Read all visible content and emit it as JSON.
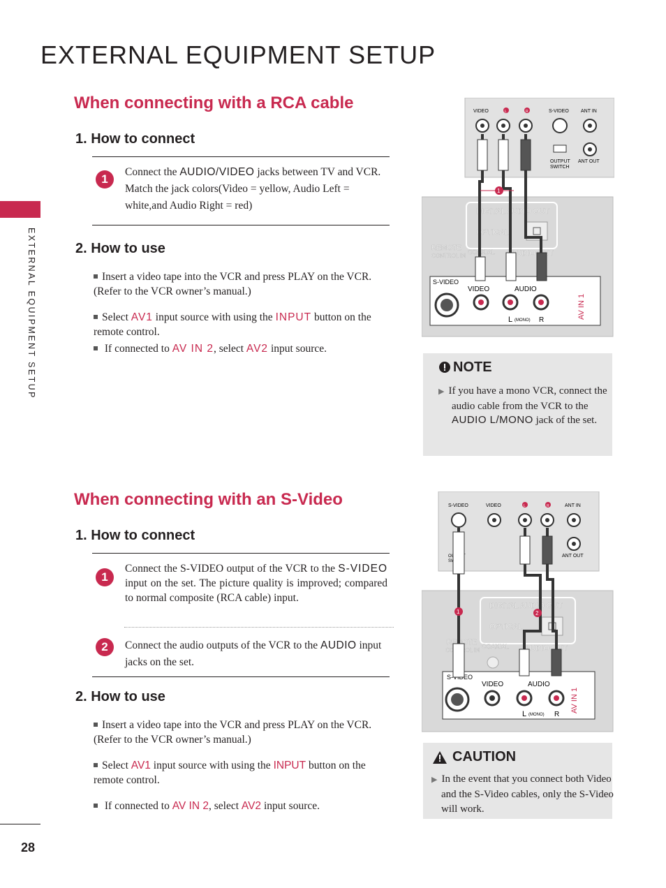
{
  "page_title": "EXTERNAL EQUIPMENT SETUP",
  "side_label": "EXTERNAL EQUIPMENT SETUP",
  "page_number": "28",
  "rca": {
    "heading": "When connecting with a RCA cable",
    "connect_title": "1. How to connect",
    "step1_num": "1",
    "step1_a": "Connect the ",
    "step1_kw": "AUDIO/VIDEO",
    "step1_b": " jacks between TV and VCR. Match the jack colors(Video = yellow, Audio Left = white,and Audio Right = red)",
    "use_title": "2. How to use",
    "use1": "Insert a video tape into the VCR and press PLAY on the VCR. (Refer to the VCR owner’s manual.)",
    "use2_a": "Select ",
    "use2_kw1": "AV1",
    "use2_b": " input source with using the ",
    "use2_kw2": "INPUT",
    "use2_c": " button on the remote control.",
    "use3_a": "If connected to ",
    "use3_kw1": "AV IN 2",
    "use3_b": ", select ",
    "use3_kw2": "AV2",
    "use3_c": " input source."
  },
  "note": {
    "title": "NOTE",
    "icon": "exclamation-icon",
    "text_a": "If you have a mono VCR, connect the audio cable from the VCR to the ",
    "text_kw": "AUDIO L/MONO",
    "text_b": " jack of the set."
  },
  "svideo": {
    "heading": "When connecting with an S-Video",
    "connect_title": "1. How to connect",
    "step1_num": "1",
    "step1_a": "Connect the S-VIDEO output of the VCR to the ",
    "step1_kw": "S-VIDEO",
    "step1_b": " input on the set. The picture quality is improved; compared to normal composite (RCA cable) input.",
    "step2_num": "2",
    "step2_a": "Connect the audio outputs of the VCR to the ",
    "step2_kw": "AUDIO",
    "step2_b": " input jacks on the set.",
    "use_title": "2. How to use",
    "use1": "Insert a video tape into the VCR and press PLAY on the VCR. (Refer to the VCR owner’s manual.)",
    "use2_a": "Select ",
    "use2_kw1": "AV1",
    "use2_b": " input source with using the ",
    "use2_kw2": "INPUT",
    "use2_c": " button on the remote control.",
    "use3_a": "If connected to ",
    "use3_kw1": "AV IN 2",
    "use3_b": ", select ",
    "use3_kw2": "AV2",
    "use3_c": " input source."
  },
  "caution": {
    "title": "CAUTION",
    "icon": "warning-triangle-icon",
    "text": "In the event that you connect both Video and the S-Video cables, only the S-Video will work."
  },
  "diagram1": {
    "vcr_labels": {
      "video": "VIDEO",
      "l": "L",
      "r": "R",
      "svideo": "S-VIDEO",
      "ant_in": "ANT IN",
      "output_switch_1": "OUTPUT",
      "output_switch_2": "SWITCH",
      "ant_out": "ANT OUT"
    },
    "tv_labels": {
      "digital_audio_out": "DIGITAL AUDIO OUT",
      "optical": "OPTICAL",
      "coaxial": "COAXIAL",
      "remote_1": "REMOTE",
      "remote_2": "CONTROL IN",
      "audio_out": "AUDIO OUT",
      "svideo": "S-VIDEO",
      "video": "VIDEO",
      "audio": "AUDIO",
      "l": "L",
      "mono": "(MONO)",
      "r": "R",
      "av_in": "AV IN 1"
    },
    "marker": "1"
  },
  "diagram2": {
    "vcr_labels": {
      "svideo": "S-VIDEO",
      "video": "VIDEO",
      "l": "L",
      "r": "R",
      "ant_in": "ANT IN",
      "output_switch_1": "OUTPUT",
      "output_switch_2": "SWITCH",
      "ant_out": "ANT OUT"
    },
    "tv_labels": {
      "digital_audio_out": "DIGITAL AUDIO OUT",
      "optical": "OPTICAL",
      "coaxial": "COAXIAL",
      "remote_1": "REMOTE",
      "remote_2": "CONTROL IN",
      "audio_out": "AUDIO OUT",
      "svideo": "S-VIDEO",
      "video": "VIDEO",
      "audio": "AUDIO",
      "l": "L",
      "mono": "(MONO)",
      "r": "R",
      "av_in": "AV IN 1"
    },
    "marker1": "1",
    "marker2": "2"
  },
  "colors": {
    "accent": "#c8294f",
    "box_bg": "#e6e6e6",
    "panel_bg": "#d9d9d9"
  }
}
